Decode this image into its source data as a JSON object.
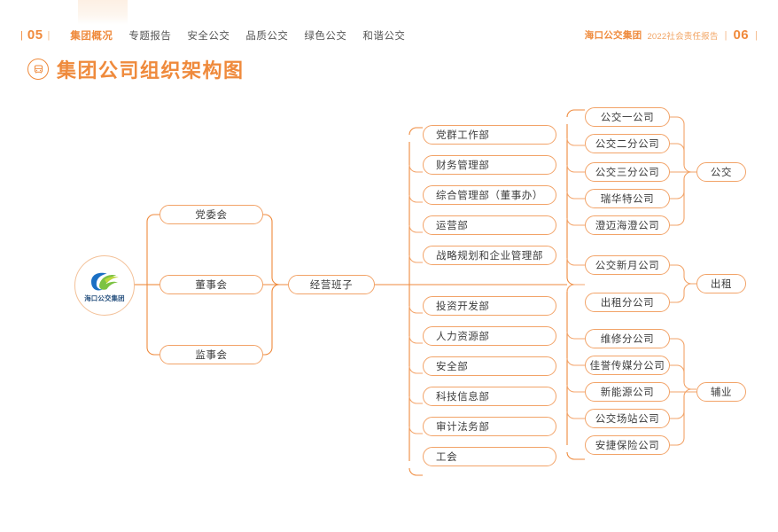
{
  "header": {
    "page_left": "05",
    "page_right": "06",
    "bar": "|",
    "bar_right": "|",
    "nav": [
      {
        "label": "集团概况",
        "active": true
      },
      {
        "label": "专题报告",
        "active": false
      },
      {
        "label": "安全公交",
        "active": false
      },
      {
        "label": "品质公交",
        "active": false
      },
      {
        "label": "绿色公交",
        "active": false
      },
      {
        "label": "和谐公交",
        "active": false
      }
    ],
    "brand": "海口公交集团",
    "report": "2022社会责任报告"
  },
  "title": {
    "text": "集团公司组织架构图",
    "icon": "bus-icon"
  },
  "logo": {
    "label": "海口公交集团"
  },
  "colors": {
    "accent": "#ef8a3c",
    "node_border": "#f2a368",
    "wire": "#ef8a3c",
    "wire_light": "#f4a66d",
    "text": "#3c3c3c",
    "nav_text": "#555555"
  },
  "chart_data": {
    "type": "diagram",
    "title": "集团公司组织架构图",
    "governance": [
      {
        "label": "党委会"
      },
      {
        "label": "董事会"
      },
      {
        "label": "监事会"
      }
    ],
    "management": {
      "label": "经营班子"
    },
    "departments_upper": [
      {
        "label": "党群工作部"
      },
      {
        "label": "财务管理部"
      },
      {
        "label": "综合管理部（董事办）"
      },
      {
        "label": "运营部"
      },
      {
        "label": "战略规划和企业管理部"
      }
    ],
    "departments_lower": [
      {
        "label": "投资开发部"
      },
      {
        "label": "人力资源部"
      },
      {
        "label": "安全部"
      },
      {
        "label": "科技信息部"
      },
      {
        "label": "审计法务部"
      },
      {
        "label": "工会"
      }
    ],
    "business_groups": [
      {
        "group": "公交",
        "members": [
          {
            "label": "公交一公司"
          },
          {
            "label": "公交二分公司"
          },
          {
            "label": "公交三分公司"
          },
          {
            "label": "瑞华特公司"
          },
          {
            "label": "澄迈海澄公司"
          }
        ]
      },
      {
        "group": "出租",
        "members": [
          {
            "label": "公交新月公司"
          },
          {
            "label": "出租分公司"
          }
        ]
      },
      {
        "group": "辅业",
        "members": [
          {
            "label": "维修分公司"
          },
          {
            "label": "佳誉传媒分公司"
          },
          {
            "label": "新能源公司"
          },
          {
            "label": "公交场站公司"
          },
          {
            "label": "安捷保险公司"
          }
        ]
      }
    ]
  }
}
